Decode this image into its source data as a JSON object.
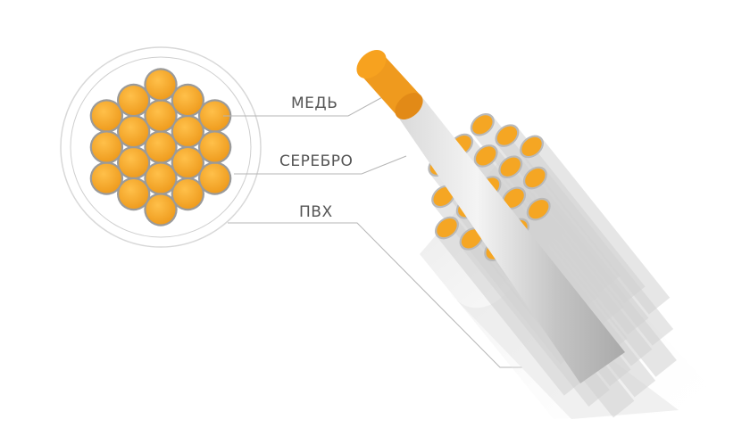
{
  "labels": {
    "copper": "МЕДЬ",
    "silver": "СЕРЕБРО",
    "pvc": "ПВХ"
  },
  "colors": {
    "copper": "#f5a623",
    "copper_dark": "#e8891a",
    "silver": "#9a9a9a",
    "pvc_light": "#e4e4e4",
    "pvc_mid": "#c9c9c9",
    "leader": "#b0b0b0",
    "text": "#555555"
  }
}
